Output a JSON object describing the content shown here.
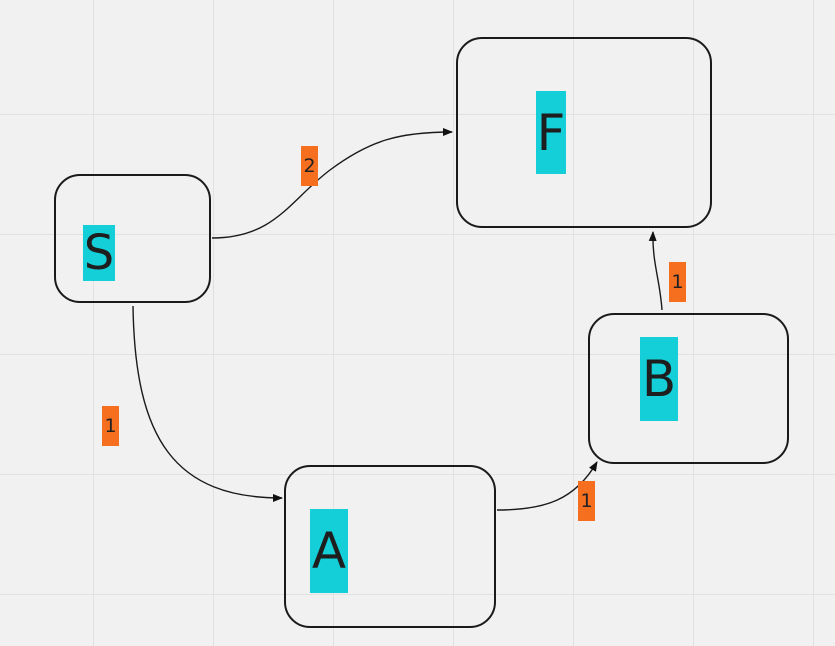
{
  "diagram": {
    "nodes": {
      "s": {
        "label": "S"
      },
      "f": {
        "label": "F"
      },
      "a": {
        "label": "A"
      },
      "b": {
        "label": "B"
      }
    },
    "edges": {
      "s_to_f": {
        "from": "S",
        "to": "F",
        "weight": "2"
      },
      "s_to_a": {
        "from": "S",
        "to": "A",
        "weight": "1"
      },
      "a_to_b": {
        "from": "A",
        "to": "B",
        "weight": "1"
      },
      "b_to_f": {
        "from": "B",
        "to": "F",
        "weight": "1"
      }
    },
    "colors": {
      "node_label_highlight": "#14cfd8",
      "edge_label_highlight": "#f56f1e",
      "stroke": "#1a1a1a",
      "background": "#f1f1f1"
    }
  }
}
